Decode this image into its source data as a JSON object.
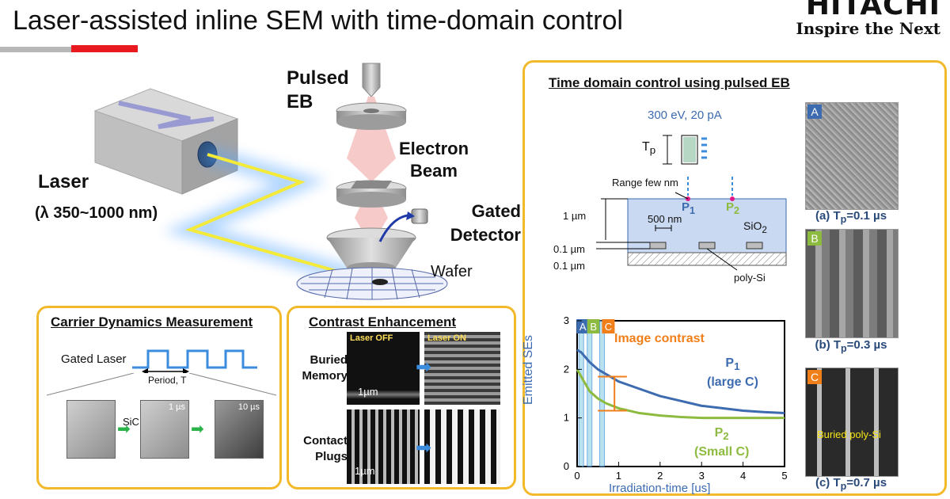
{
  "header": {
    "title": "Laser-assisted inline SEM with time-domain control",
    "logo": "HITACHI",
    "tagline": "Inspire the Next"
  },
  "colors": {
    "accent_red": "#e8191f",
    "panel_border": "#f2b92a",
    "p1_blue": "#3c6bb0",
    "p2_green": "#8dbb3f",
    "contrast_orange": "#f07f1a"
  },
  "setup": {
    "pulsed_eb": "Pulsed EB",
    "electron_beam": "Electron Beam",
    "gated_detector": "Gated Detector",
    "laser": "Laser",
    "wavelength": "(λ 350~1000 nm)",
    "wafer": "Wafer"
  },
  "carrier": {
    "title": "Carrier Dynamics Measurement",
    "gated_laser": "Gated Laser",
    "period": "Period, T",
    "sic": "SiC",
    "tiles": [
      "",
      "1 µs",
      "10 µs"
    ]
  },
  "contrast": {
    "title": "Contrast Enhancement",
    "laser_off": "Laser OFF",
    "laser_on": "Laser ON",
    "row1": "Buried Memory",
    "row2": "Contact Plugs",
    "scale": "1µm"
  },
  "timedomain": {
    "title": "Time domain control using pulsed EB",
    "beam_spec": "300 eV, 20 pA",
    "tp": "T",
    "tp_sub": "p",
    "range": "Range few nm",
    "p1": "P",
    "p1_sub": "1",
    "p2": "P",
    "p2_sub": "2",
    "um1": "1 µm",
    "nm500": "500 nm",
    "sio2": "SiO",
    "sio2_sub": "2",
    "um01a": "0.1 µm",
    "um01b": "0.1 µm",
    "polysi": "poly-Si",
    "image_contrast": "Image contrast",
    "p1_label_sub": "1",
    "p1_note": "(large C)",
    "p2_label_sub": "2",
    "p2_note": "(Small C)",
    "buried": "Buried poly-Si",
    "badges": [
      "A",
      "B",
      "C"
    ],
    "captions": [
      {
        "pre": "(a) T",
        "sub": "p",
        "post": "=0.1 µs"
      },
      {
        "pre": "(b) T",
        "sub": "p",
        "post": "=0.3 µs"
      },
      {
        "pre": "(c) T",
        "sub": "p",
        "post": "=0.7 µs"
      }
    ]
  },
  "chart_data": {
    "type": "line",
    "title": "",
    "xlabel": "Irradiation-time [us]",
    "ylabel": "Emitted SEs",
    "xlim": [
      0,
      5
    ],
    "ylim": [
      0,
      3
    ],
    "xticks": [
      0,
      1,
      2,
      3,
      4,
      5
    ],
    "yticks": [
      0,
      1,
      2,
      3
    ],
    "markers": [
      {
        "name": "A",
        "x": 0.1
      },
      {
        "name": "B",
        "x": 0.3
      },
      {
        "name": "C",
        "x": 0.6
      }
    ],
    "series": [
      {
        "name": "P1",
        "color": "#3c6bb0",
        "x": [
          0,
          0.1,
          0.2,
          0.3,
          0.5,
          0.7,
          1,
          1.5,
          2,
          2.5,
          3,
          3.5,
          4,
          4.5,
          5
        ],
        "values": [
          2.4,
          2.35,
          2.25,
          2.15,
          2.0,
          1.9,
          1.75,
          1.6,
          1.45,
          1.35,
          1.25,
          1.2,
          1.15,
          1.12,
          1.1
        ]
      },
      {
        "name": "P2",
        "color": "#8dbb3f",
        "x": [
          0,
          0.1,
          0.2,
          0.3,
          0.5,
          0.7,
          1,
          1.5,
          2,
          2.5,
          3,
          3.5,
          4,
          4.5,
          5
        ],
        "values": [
          2.0,
          1.85,
          1.7,
          1.55,
          1.4,
          1.3,
          1.2,
          1.1,
          1.05,
          1.02,
          1.0,
          1.0,
          1.0,
          1.0,
          1.0
        ]
      }
    ]
  }
}
